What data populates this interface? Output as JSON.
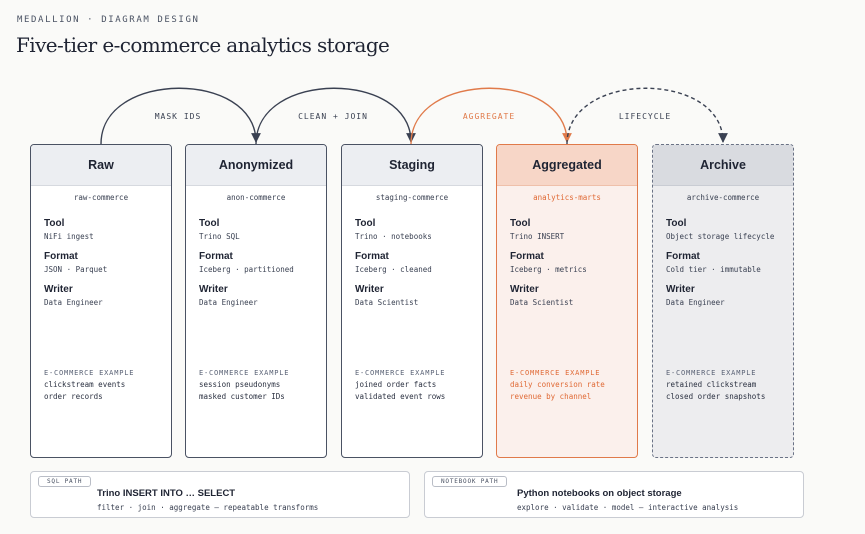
{
  "header": {
    "kicker": "MEDALLION · DIAGRAM DESIGN",
    "title": "Five-tier e-commerce analytics storage"
  },
  "flows": [
    {
      "label": "MASK IDS",
      "style": "solid",
      "color": "#4a5263"
    },
    {
      "label": "CLEAN + JOIN",
      "style": "solid",
      "color": "#4a5263"
    },
    {
      "label": "AGGREGATE",
      "style": "solid",
      "color": "#e07a4a"
    },
    {
      "label": "LIFECYCLE",
      "style": "dashed",
      "color": "#4a5263"
    }
  ],
  "tiers": [
    {
      "name": "Raw",
      "store": "raw-commerce",
      "tool_label": "Tool",
      "tool": "NiFi ingest",
      "format_label": "Format",
      "format": "JSON · Parquet",
      "writer_label": "Writer",
      "writer": "Data Engineer",
      "example_title": "E-COMMERCE EXAMPLE",
      "examples": [
        "clickstream events",
        "order records"
      ]
    },
    {
      "name": "Anonymized",
      "store": "anon-commerce",
      "tool_label": "Tool",
      "tool": "Trino SQL",
      "format_label": "Format",
      "format": "Iceberg · partitioned",
      "writer_label": "Writer",
      "writer": "Data Engineer",
      "example_title": "E-COMMERCE EXAMPLE",
      "examples": [
        "session pseudonyms",
        "masked customer IDs"
      ]
    },
    {
      "name": "Staging",
      "store": "staging-commerce",
      "tool_label": "Tool",
      "tool": "Trino · notebooks",
      "format_label": "Format",
      "format": "Iceberg · cleaned",
      "writer_label": "Writer",
      "writer": "Data Scientist",
      "example_title": "E-COMMERCE EXAMPLE",
      "examples": [
        "joined order facts",
        "validated event rows"
      ]
    },
    {
      "name": "Aggregated",
      "store": "analytics-marts",
      "tool_label": "Tool",
      "tool": "Trino INSERT",
      "format_label": "Format",
      "format": "Iceberg · metrics",
      "writer_label": "Writer",
      "writer": "Data Scientist",
      "example_title": "E-COMMERCE EXAMPLE",
      "examples": [
        "daily conversion rate",
        "revenue by channel"
      ],
      "accent": "#e07a4a"
    },
    {
      "name": "Archive",
      "store": "archive-commerce",
      "tool_label": "Tool",
      "tool": "Object storage lifecycle",
      "format_label": "Format",
      "format": "Cold tier · immutable",
      "writer_label": "Writer",
      "writer": "Data Engineer",
      "example_title": "E-COMMERCE EXAMPLE",
      "examples": [
        "retained clickstream",
        "closed order snapshots"
      ]
    }
  ],
  "paths": [
    {
      "tag": "SQL PATH",
      "title": "Trino INSERT INTO … SELECT",
      "desc": "filter · join · aggregate — repeatable transforms"
    },
    {
      "tag": "NOTEBOOK PATH",
      "title": "Python notebooks on object storage",
      "desc": "explore · validate · model — interactive analysis"
    }
  ]
}
